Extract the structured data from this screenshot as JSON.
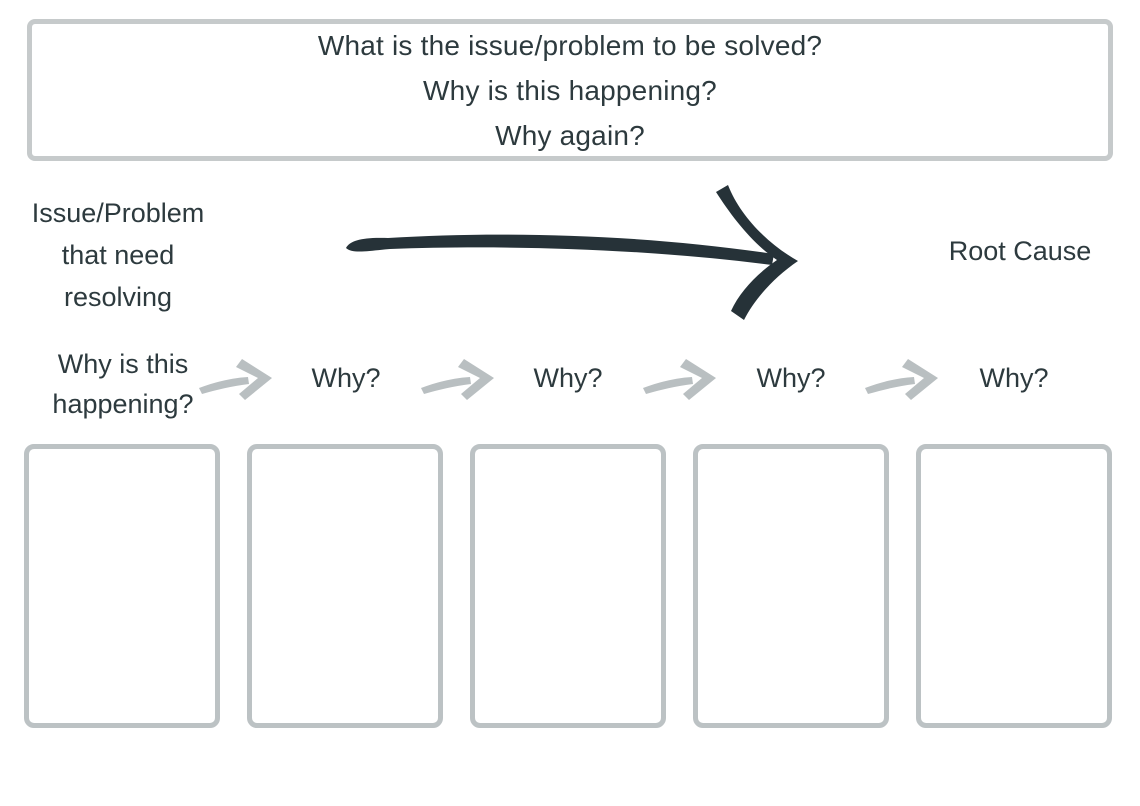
{
  "header_box": {
    "lines": [
      "What is the issue/problem to be solved?",
      "Why is this happening?",
      "Why again?"
    ]
  },
  "flow": {
    "issue_label_lines": [
      "Issue/Problem",
      "that need",
      "resolving"
    ],
    "root_label": "Root Cause",
    "arrow_icon": "brush-arrow-right"
  },
  "why_row": {
    "start_label_lines": [
      "Why is this",
      "happening?"
    ],
    "why_labels": [
      "Why?",
      "Why?",
      "Why?",
      "Why?"
    ],
    "arrow_icon": "sketch-arrow-right"
  },
  "answer_boxes": {
    "count": 5
  },
  "colors": {
    "text": "#2d3a3e",
    "big_arrow": "#263238",
    "small_arrow": "#b9bfc1",
    "box_border": "#bcc2c4",
    "header_border": "#c6cacb",
    "page_bg": "#ffffff"
  }
}
